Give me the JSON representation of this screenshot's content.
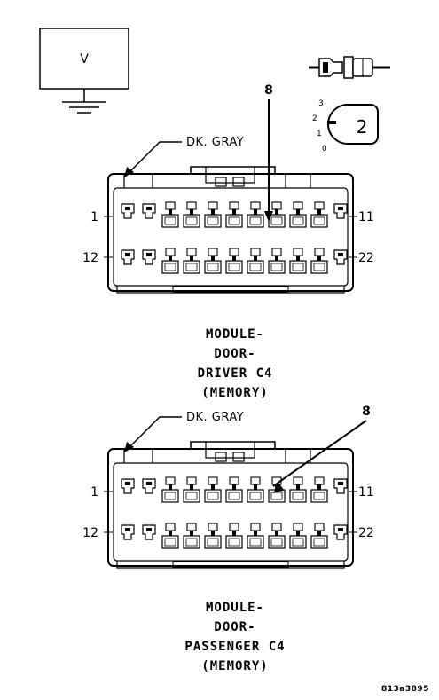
{
  "voltmeter": {
    "label": "V"
  },
  "legend": {
    "position_numbers": [
      "3",
      "2",
      "1",
      "0"
    ],
    "position_selected": "2"
  },
  "connectors": [
    {
      "id": "driver",
      "wire_color": "DK. GRAY",
      "callout_pin": "8",
      "pin_label_top_left": "1",
      "pin_label_top_right": "11",
      "pin_label_bottom_left": "12",
      "pin_label_bottom_right": "22",
      "title_lines": [
        "MODULE-",
        "DOOR-",
        "DRIVER C4",
        "(MEMORY)"
      ]
    },
    {
      "id": "passenger",
      "wire_color": "DK. GRAY",
      "callout_pin": "8",
      "pin_label_top_left": "1",
      "pin_label_top_right": "11",
      "pin_label_bottom_left": "12",
      "pin_label_bottom_right": "22",
      "title_lines": [
        "MODULE-",
        "DOOR-",
        "PASSENGER C4",
        "(MEMORY)"
      ]
    }
  ],
  "figure_code": "813a3895"
}
